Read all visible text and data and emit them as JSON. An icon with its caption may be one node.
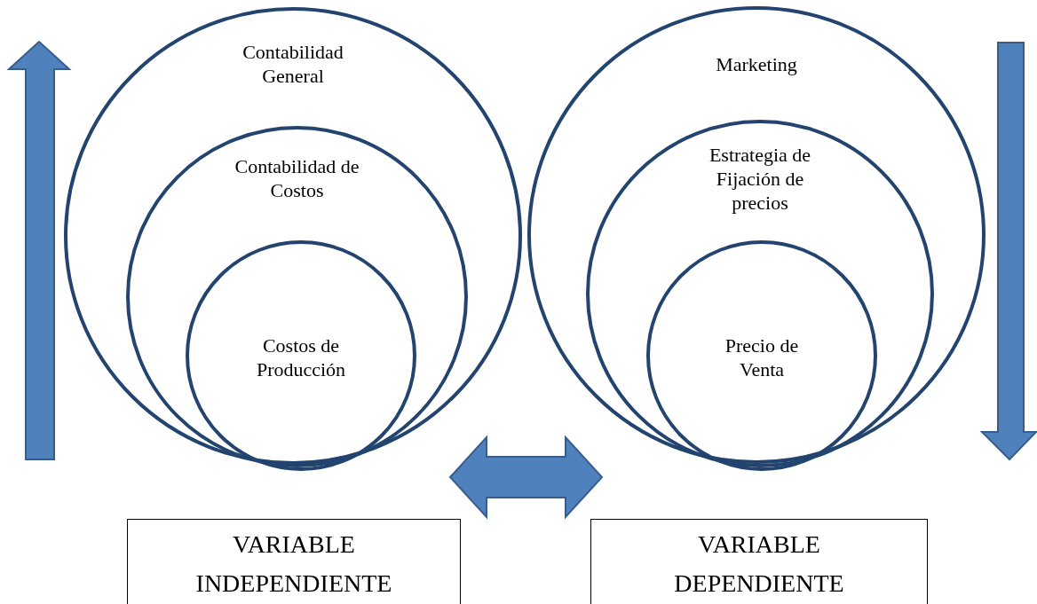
{
  "diagram": {
    "nodes": [
      {
        "text": [
          "Contabilidad General"
        ]
      },
      {
        "text": [
          "Contabilidad de Costos"
        ],
        "in": 0
      },
      {
        "text": [
          "Costos de Producción"
        ],
        "in": 1
      },
      {
        "text": [
          "Marketing"
        ]
      },
      {
        "text": [
          "Estrategia de Fijación de precios"
        ],
        "in": 3
      },
      {
        "text": [
          "Precio de Venta"
        ],
        "in": 4
      },
      {
        "text": [
          "VARIABLE INDEPENDIENTE"
        ]
      },
      {
        "text": [
          "VARIABLE DEPENDIENTE"
        ]
      }
    ],
    "edges": [
      {
        "from": 6,
        "to": 7,
        "arrow": "both"
      }
    ]
  }
}
